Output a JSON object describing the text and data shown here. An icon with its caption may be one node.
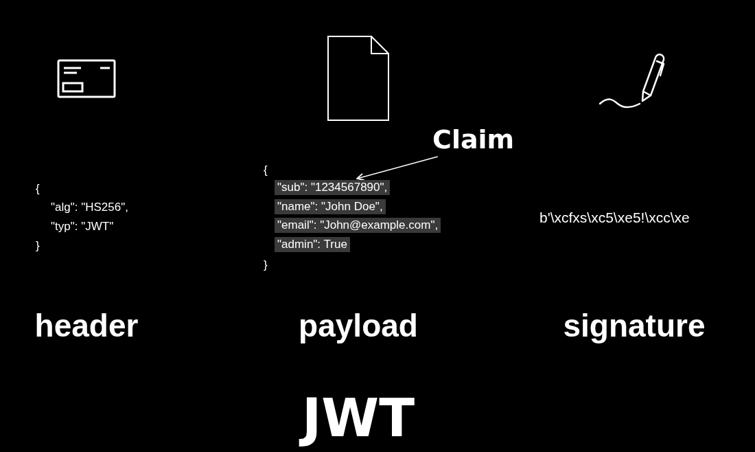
{
  "diagram": {
    "nodes": [
      {
        "text": [
          "Claim"
        ]
      },
      {
        "text": [
          "\"sub\": \"1234567890\","
        ]
      },
      {
        "text": [
          "\"name\": \"John Doe\","
        ]
      },
      {
        "text": [
          "\"email\": \"John@example.com\","
        ]
      },
      {
        "text": [
          "\"admin\": True"
        ]
      }
    ],
    "edges": [
      {
        "from": 0,
        "to": 1,
        "arrow": "to"
      }
    ],
    "labels": [
      "{",
      "\"alg\": \"HS256\",",
      "\"typ\": \"JWT\"",
      "}",
      "{",
      "}",
      "b'\\xcfxs\\xc5\\xe5!\\xcc\\xe",
      "header",
      "payload",
      "signature",
      "JWT"
    ]
  }
}
